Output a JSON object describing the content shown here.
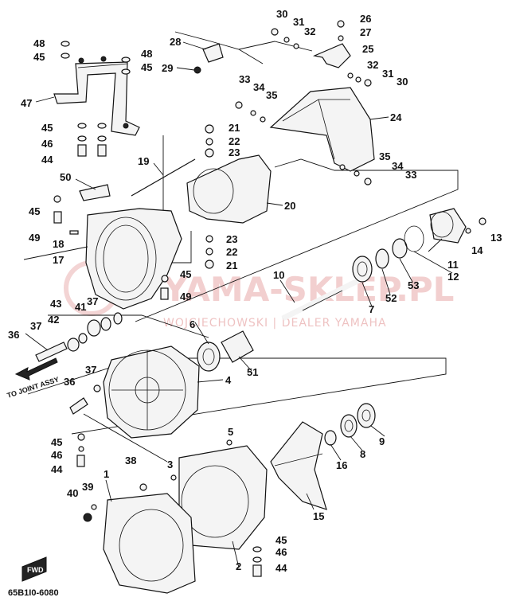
{
  "watermark": {
    "main": "YAMA-SKLEP.PL",
    "sub": "WOJCIECHOWSKI | DEALER YAMAHA"
  },
  "notes": {
    "to_joint_assy": "TO JOINT ASSY",
    "fwd": "FWD",
    "drawing_code": "65B1I0-6080"
  },
  "callouts": [
    {
      "id": "c30a",
      "text": "30"
    },
    {
      "id": "c31a",
      "text": "31"
    },
    {
      "id": "c32a",
      "text": "32"
    },
    {
      "id": "c26",
      "text": "26"
    },
    {
      "id": "c27",
      "text": "27"
    },
    {
      "id": "c25",
      "text": "25"
    },
    {
      "id": "c32b",
      "text": "32"
    },
    {
      "id": "c31b",
      "text": "31"
    },
    {
      "id": "c30b",
      "text": "30"
    },
    {
      "id": "c48a",
      "text": "48"
    },
    {
      "id": "c45a",
      "text": "45"
    },
    {
      "id": "c48b",
      "text": "48"
    },
    {
      "id": "c45b",
      "text": "45"
    },
    {
      "id": "c28",
      "text": "28"
    },
    {
      "id": "c29",
      "text": "29"
    },
    {
      "id": "c47",
      "text": "47"
    },
    {
      "id": "c33a",
      "text": "33"
    },
    {
      "id": "c34a",
      "text": "34"
    },
    {
      "id": "c35a",
      "text": "35"
    },
    {
      "id": "c24",
      "text": "24"
    },
    {
      "id": "c45c",
      "text": "45"
    },
    {
      "id": "c46a",
      "text": "46"
    },
    {
      "id": "c44a",
      "text": "44"
    },
    {
      "id": "c21a",
      "text": "21"
    },
    {
      "id": "c22a",
      "text": "22"
    },
    {
      "id": "c23a",
      "text": "23"
    },
    {
      "id": "c19",
      "text": "19"
    },
    {
      "id": "c35b",
      "text": "35"
    },
    {
      "id": "c34b",
      "text": "34"
    },
    {
      "id": "c33b",
      "text": "33"
    },
    {
      "id": "c50",
      "text": "50"
    },
    {
      "id": "c20",
      "text": "20"
    },
    {
      "id": "c45d",
      "text": "45"
    },
    {
      "id": "c49a",
      "text": "49"
    },
    {
      "id": "c18",
      "text": "18"
    },
    {
      "id": "c17",
      "text": "17"
    },
    {
      "id": "c23b",
      "text": "23"
    },
    {
      "id": "c22b",
      "text": "22"
    },
    {
      "id": "c21b",
      "text": "21"
    },
    {
      "id": "c13",
      "text": "13"
    },
    {
      "id": "c14",
      "text": "14"
    },
    {
      "id": "c11",
      "text": "11"
    },
    {
      "id": "c12",
      "text": "12"
    },
    {
      "id": "c53",
      "text": "53"
    },
    {
      "id": "c52",
      "text": "52"
    },
    {
      "id": "c7",
      "text": "7"
    },
    {
      "id": "c10",
      "text": "10"
    },
    {
      "id": "c45e",
      "text": "45"
    },
    {
      "id": "c49b",
      "text": "49"
    },
    {
      "id": "c43",
      "text": "43"
    },
    {
      "id": "c41",
      "text": "41"
    },
    {
      "id": "c37a",
      "text": "37"
    },
    {
      "id": "c37b",
      "text": "37"
    },
    {
      "id": "c42",
      "text": "42"
    },
    {
      "id": "c36a",
      "text": "36"
    },
    {
      "id": "c6",
      "text": "6"
    },
    {
      "id": "c51",
      "text": "51"
    },
    {
      "id": "c4",
      "text": "4"
    },
    {
      "id": "c37c",
      "text": "37"
    },
    {
      "id": "c36b",
      "text": "36"
    },
    {
      "id": "c45f",
      "text": "45"
    },
    {
      "id": "c46b",
      "text": "46"
    },
    {
      "id": "c44b",
      "text": "44"
    },
    {
      "id": "c5",
      "text": "5"
    },
    {
      "id": "c9",
      "text": "9"
    },
    {
      "id": "c8",
      "text": "8"
    },
    {
      "id": "c16",
      "text": "16"
    },
    {
      "id": "c38",
      "text": "38"
    },
    {
      "id": "c3",
      "text": "3"
    },
    {
      "id": "c1",
      "text": "1"
    },
    {
      "id": "c39",
      "text": "39"
    },
    {
      "id": "c40",
      "text": "40"
    },
    {
      "id": "c15",
      "text": "15"
    },
    {
      "id": "c45g",
      "text": "45"
    },
    {
      "id": "c46c",
      "text": "46"
    },
    {
      "id": "c44c",
      "text": "44"
    },
    {
      "id": "c2",
      "text": "2"
    }
  ]
}
